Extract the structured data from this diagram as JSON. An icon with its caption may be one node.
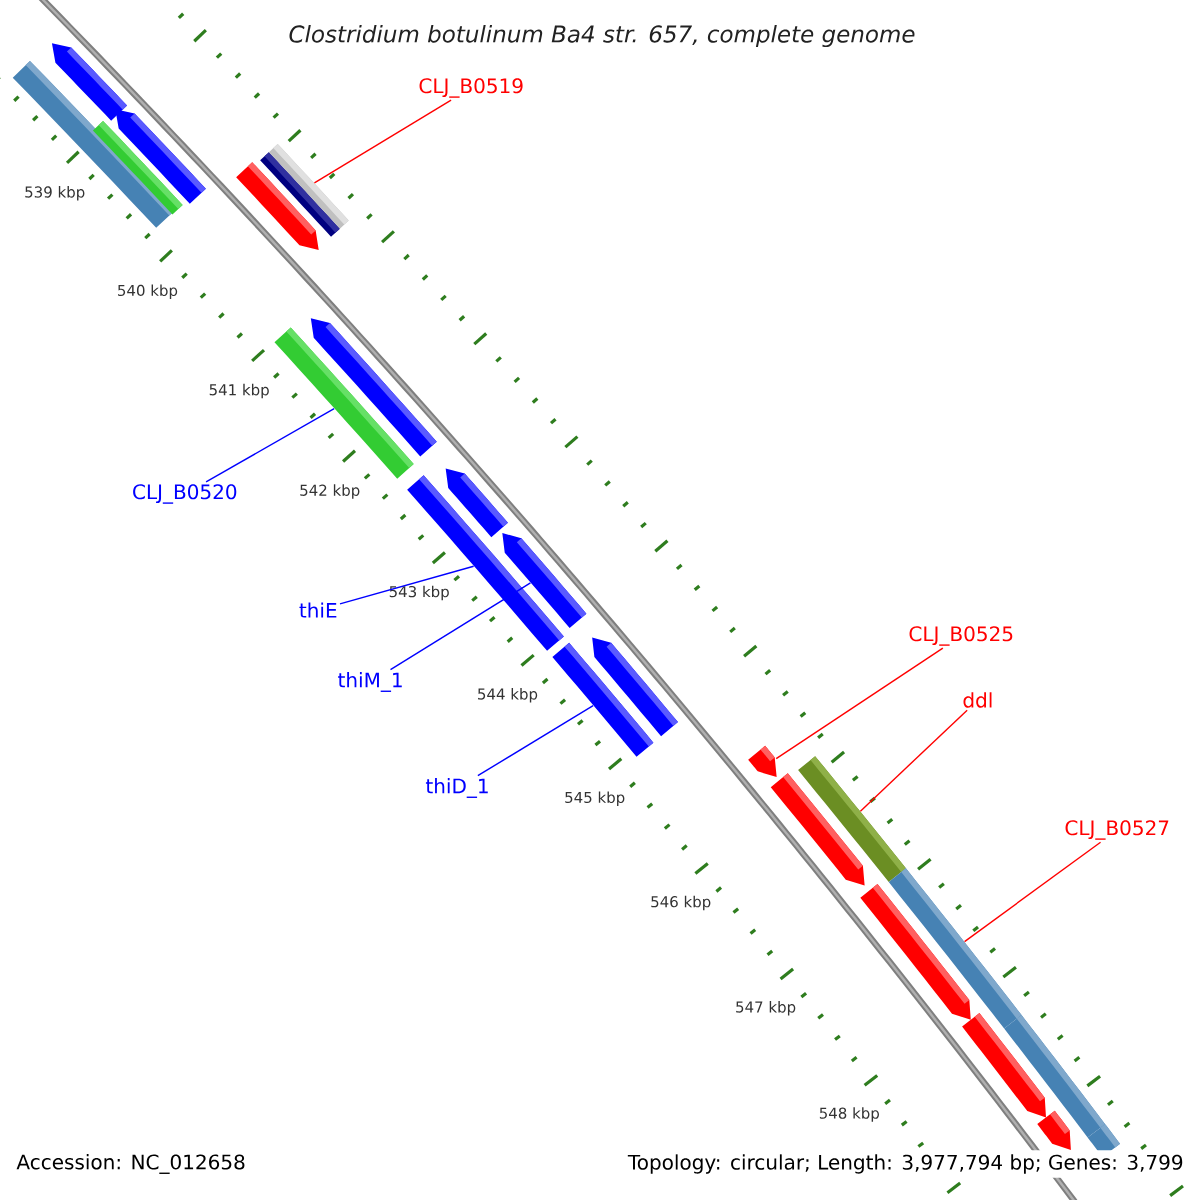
{
  "diagram": {
    "title": "Clostridium botulinum Ba4 str. 657, complete genome",
    "nodes": [
      {
        "text": [
          "CLJ_B0519"
        ]
      },
      {
        "text": [
          "CLJ_B0520"
        ]
      },
      {
        "text": [
          "thiE"
        ]
      },
      {
        "text": [
          "thiM_1"
        ]
      },
      {
        "text": [
          "thiD_1"
        ]
      },
      {
        "text": [
          "CLJ_B0525"
        ]
      },
      {
        "text": [
          "ddl"
        ]
      },
      {
        "text": [
          "CLJ_B0527"
        ]
      },
      {
        "text": [],
        "shape": "bar"
      },
      {
        "text": [],
        "shape": "bar"
      },
      {
        "text": [],
        "shape": "bar"
      },
      {
        "text": [],
        "shape": "bar"
      },
      {
        "text": [],
        "shape": "bar"
      },
      {
        "text": [],
        "shape": "bar"
      },
      {
        "text": [],
        "shape": "bar"
      },
      {
        "text": [],
        "shape": "bar"
      },
      {
        "text": [],
        "shape": "bar"
      },
      {
        "text": [],
        "shape": "bar"
      },
      {
        "text": [],
        "shape": "bar"
      },
      {
        "text": [],
        "shape": "bar"
      },
      {
        "text": [],
        "shape": "bar"
      },
      {
        "text": [],
        "shape": "bar"
      },
      {
        "text": [],
        "shape": "bar"
      },
      {
        "text": [],
        "shape": "bar"
      },
      {
        "text": [],
        "shape": "bar"
      },
      {
        "text": [],
        "shape": "bar"
      },
      {
        "text": [],
        "shape": "bar"
      },
      {
        "text": [],
        "shape": "bar"
      },
      {
        "text": [],
        "shape": "bar"
      },
      {
        "text": [],
        "shape": "bar"
      },
      {
        "text": [],
        "shape": "bar"
      }
    ],
    "edges": [
      {
        "from": 0,
        "to": 14,
        "arrow": "none",
        "color": "#ff0000"
      },
      {
        "from": 1,
        "to": 15,
        "arrow": "none",
        "color": "#0000ff"
      },
      {
        "from": 2,
        "to": 17,
        "arrow": "none",
        "color": "#0000ff"
      },
      {
        "from": 3,
        "to": 19,
        "arrow": "none",
        "color": "#0000ff"
      },
      {
        "from": 4,
        "to": 20,
        "arrow": "none",
        "color": "#0000ff"
      },
      {
        "from": 5,
        "to": 22,
        "arrow": "none",
        "color": "#ff0000"
      },
      {
        "from": 6,
        "to": 24,
        "arrow": "none",
        "color": "#ff0000"
      },
      {
        "from": 7,
        "to": 26,
        "arrow": "none",
        "color": "#ff0000"
      }
    ],
    "labels": [
      "539 kbp",
      "540 kbp",
      "541 kbp",
      "542 kbp",
      "543 kbp",
      "544 kbp",
      "545 kbp",
      "546 kbp",
      "547 kbp",
      "548 kbp",
      "Accession: NC_012658",
      "Topology: circular; Length: 3,977,794 bp; Genes: 3,799"
    ]
  }
}
